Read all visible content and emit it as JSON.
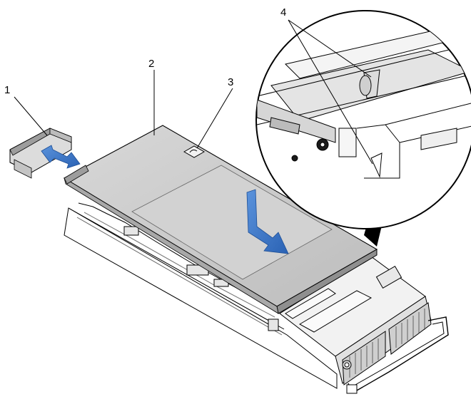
{
  "callouts": {
    "one": "1",
    "two": "2",
    "three": "3",
    "four": "4"
  },
  "colors": {
    "cover": "#c9c9c9",
    "cover_dark": "#9a9a9a",
    "arrow": "#2f6fc4",
    "line": "#000000"
  }
}
